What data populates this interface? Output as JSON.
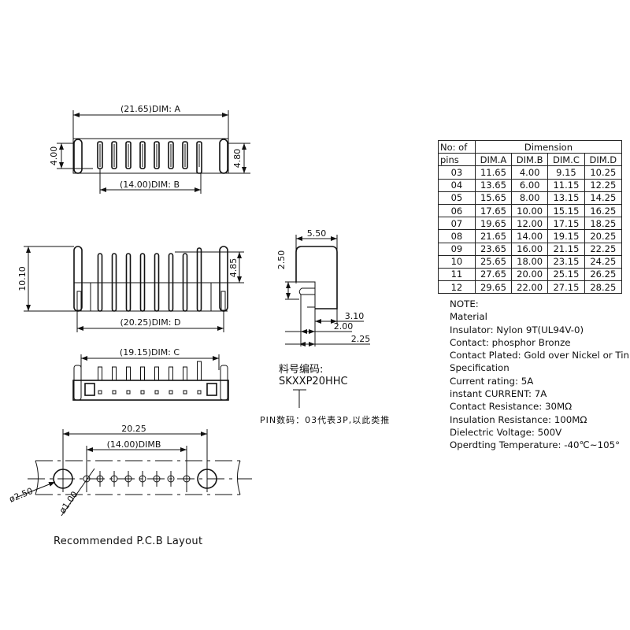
{
  "drawing": {
    "top_view": {
      "dim_a": "(21.65)DIM: A",
      "dim_b": "(14.00)DIM: B",
      "height_left": "4.00",
      "height_right": "4.80"
    },
    "front_view": {
      "height": "10.10",
      "pin_height": "4.85",
      "dim_d": "(20.25)DIM: D"
    },
    "bottom_view": {
      "dim_c": "(19.15)DIM: C"
    },
    "side_view": {
      "width": "5.50",
      "height": "2.50",
      "d1": "3.10",
      "d2": "2.00",
      "d3": "2.25"
    },
    "pcb": {
      "overall": "20.25",
      "dim_b": "(14.00)DIMB",
      "big_hole": "ø2.50",
      "small_hole": "ø1.00",
      "title": "Recommended P.C.B Layout"
    },
    "part_number": {
      "label": "料号编码:",
      "code": "SKXXP20HHC",
      "pin_note": "PIN数码：03代表3P,以此类推"
    }
  },
  "table": {
    "header_pins_1": "No: of",
    "header_pins_2": "pins",
    "header_group": "Dimension",
    "columns": [
      "DIM.A",
      "DIM.B",
      "DIM.C",
      "DIM.D"
    ],
    "rows": [
      [
        "03",
        "11.65",
        "4.00",
        "9.15",
        "10.25"
      ],
      [
        "04",
        "13.65",
        "6.00",
        "11.15",
        "12.25"
      ],
      [
        "05",
        "15.65",
        "8.00",
        "13.15",
        "14.25"
      ],
      [
        "06",
        "17.65",
        "10.00",
        "15.15",
        "16.25"
      ],
      [
        "07",
        "19.65",
        "12.00",
        "17.15",
        "18.25"
      ],
      [
        "08",
        "21.65",
        "14.00",
        "19.15",
        "20.25"
      ],
      [
        "09",
        "23.65",
        "16.00",
        "21.15",
        "22.25"
      ],
      [
        "10",
        "25.65",
        "18.00",
        "23.15",
        "24.25"
      ],
      [
        "11",
        "27.65",
        "20.00",
        "25.15",
        "26.25"
      ],
      [
        "12",
        "29.65",
        "22.00",
        "27.15",
        "28.25"
      ]
    ]
  },
  "notes": [
    "NOTE:",
    "Material",
    "Insulator: Nylon 9T(UL94V-0)",
    "Contact: phosphor Bronze",
    "Contact Plated: Gold over Nickel or Tin",
    "Specification",
    "Current rating: 5A",
    "instant CURRENT: 7A",
    "Contact Resistance: 30MΩ",
    "Insulation Resistance: 100MΩ",
    "Dielectric Voltage: 500V",
    "Operdting Temperature: -40℃~105°"
  ]
}
